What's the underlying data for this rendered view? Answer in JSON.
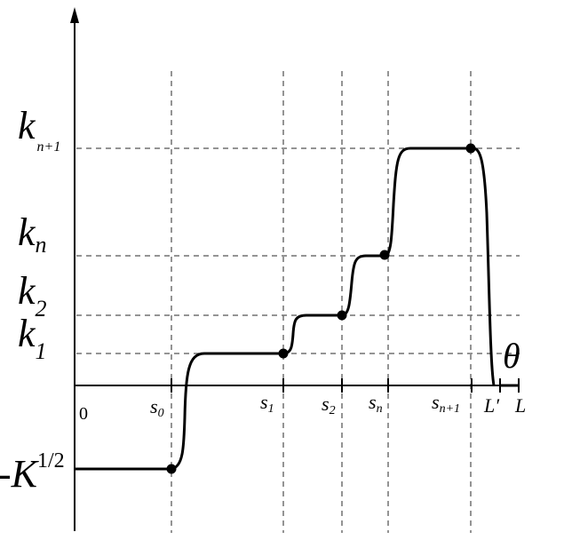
{
  "y_labels": {
    "k_n1": {
      "base": "k",
      "sub": "n+1"
    },
    "k_n": {
      "base": "k",
      "sub": "n"
    },
    "k_2": {
      "base": "k",
      "sub": "2"
    },
    "k_1": {
      "base": "k",
      "sub": "1"
    },
    "neg_k": {
      "base": "-K",
      "sup": "1/2"
    }
  },
  "x_labels": {
    "origin": "0",
    "s0": {
      "base": "s",
      "sub": "0"
    },
    "s1": {
      "base": "s",
      "sub": "1"
    },
    "s2": {
      "base": "s",
      "sub": "2"
    },
    "sn": {
      "base": "s",
      "sub": "n"
    },
    "sn1": {
      "base": "s",
      "sub": "n+1"
    },
    "l_prime": "L′",
    "l": "L"
  },
  "theta_label": "θ",
  "colors": {
    "curve": "#000000",
    "grid": "#707070"
  }
}
